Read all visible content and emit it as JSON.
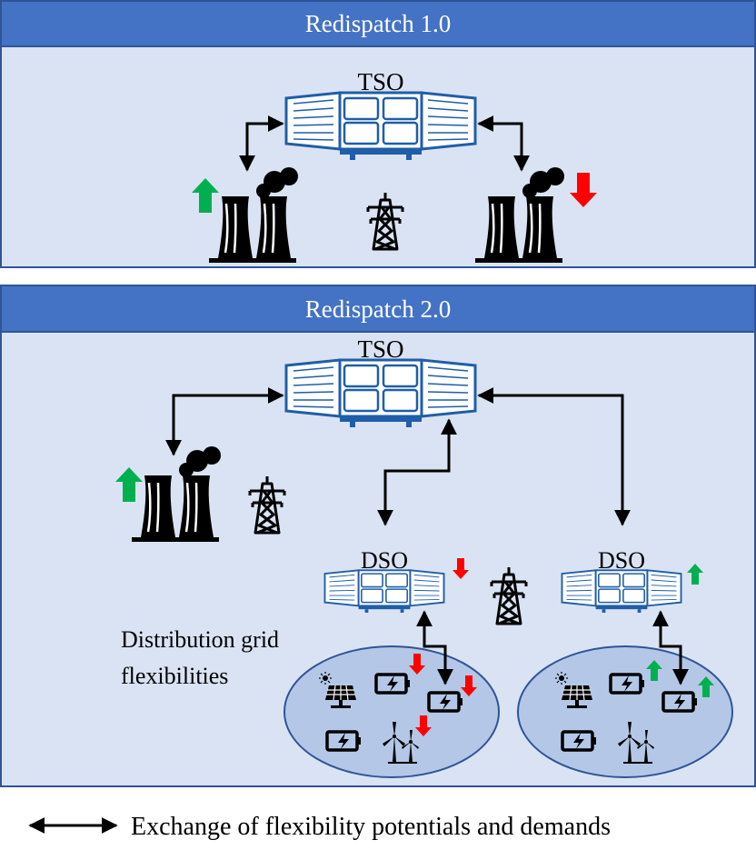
{
  "panels": [
    {
      "header": "Redispatch 1.0",
      "tso_label": "TSO"
    },
    {
      "header": "Redispatch 2.0",
      "tso_label": "TSO"
    }
  ],
  "dso_labels": [
    "DSO",
    "DSO"
  ],
  "distribution_label": [
    "Distribution grid",
    "flexibilities"
  ],
  "legend": {
    "text": "Exchange of flexibility potentials and demands"
  },
  "colors": {
    "header": "#4472c4",
    "panel_bg": "#dae3f3",
    "panel_border": "#2f5597",
    "ellipse": "#b4c7e7",
    "screen": "#1f5ea8",
    "up": "#00b050",
    "down": "#ff0000"
  },
  "icons": [
    "control-center-icon",
    "power-plant-icon",
    "transmission-tower-icon",
    "battery-icon",
    "solar-panel-icon",
    "wind-turbine-icon",
    "up-arrow-icon",
    "down-arrow-icon",
    "double-arrow-icon"
  ]
}
